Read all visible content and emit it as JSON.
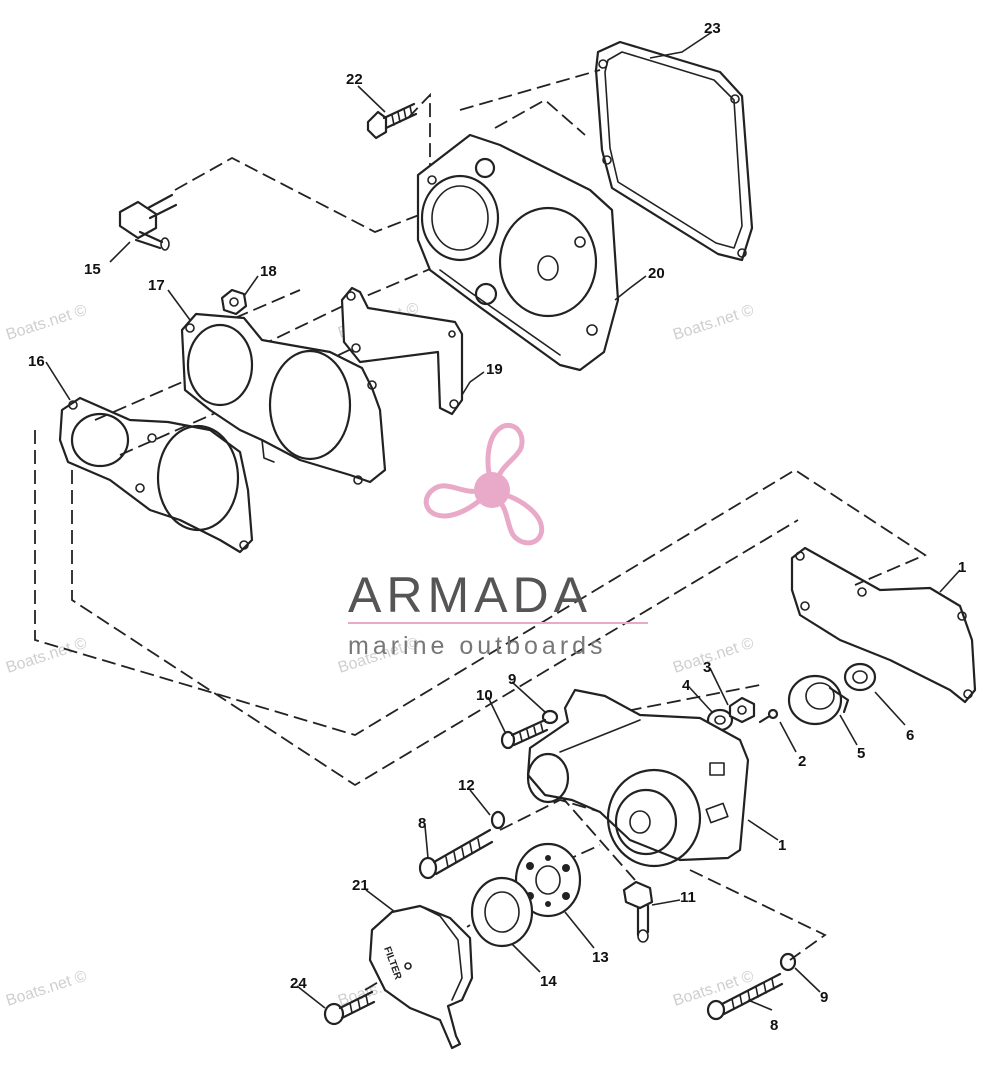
{
  "callouts": {
    "c1a": "1",
    "c1b": "1",
    "c2": "2",
    "c3": "3",
    "c4": "4",
    "c5": "5",
    "c6": "6",
    "c8a": "8",
    "c8b": "8",
    "c9a": "9",
    "c9b": "9",
    "c10": "10",
    "c11": "11",
    "c12": "12",
    "c13": "13",
    "c14": "14",
    "c15": "15",
    "c16": "16",
    "c17": "17",
    "c18": "18",
    "c19": "19",
    "c20": "20",
    "c21": "21",
    "c22": "22",
    "c23": "23",
    "c24": "24"
  },
  "watermark": {
    "site": "Boats.net ©",
    "brand_name": "ARMADA",
    "brand_tagline": "marine outboards",
    "brand_color": "#e9a9c8"
  },
  "filter_cap_text": "FILTER"
}
